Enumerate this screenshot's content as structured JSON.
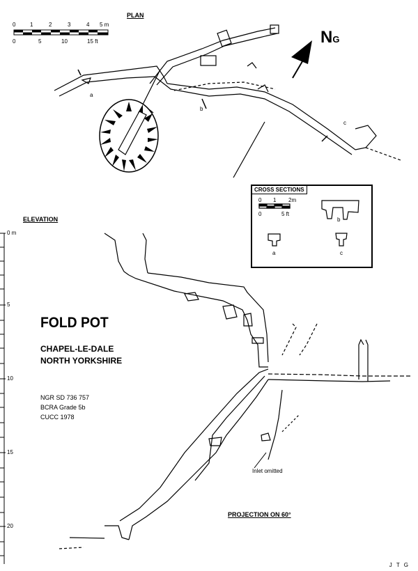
{
  "plan": {
    "title": "PLAN"
  },
  "north": {
    "letter": "N",
    "subscript": "G"
  },
  "scale_bar": {
    "metres_labels": [
      "0",
      "1",
      "2",
      "3",
      "4",
      "5 m"
    ],
    "feet_labels": [
      "0",
      "5",
      "10",
      "15 ft"
    ]
  },
  "section_markers": {
    "a": "a",
    "b": "b",
    "c": "c"
  },
  "cross_sections": {
    "title": "CROSS SECTIONS",
    "metres_labels": [
      "0",
      "1",
      "2m"
    ],
    "feet_labels": [
      "0",
      "5 ft"
    ],
    "labels": {
      "a": "a",
      "b": "b",
      "c": "c"
    }
  },
  "elevation": {
    "title": "ELEVATION",
    "depth_labels": [
      "0 m",
      "5",
      "10",
      "15",
      "20"
    ],
    "inlet_note": "Inlet omitted",
    "projection": "PROJECTION ON 60°"
  },
  "info": {
    "cave_name": "FOLD POT",
    "location_line1": "CHAPEL-LE-DALE",
    "location_line2": "NORTH YORKSHIRE",
    "ngr": "NGR SD 736 757",
    "grade": "BCRA Grade 5b",
    "club": "CUCC 1978"
  },
  "initials": "J T G"
}
